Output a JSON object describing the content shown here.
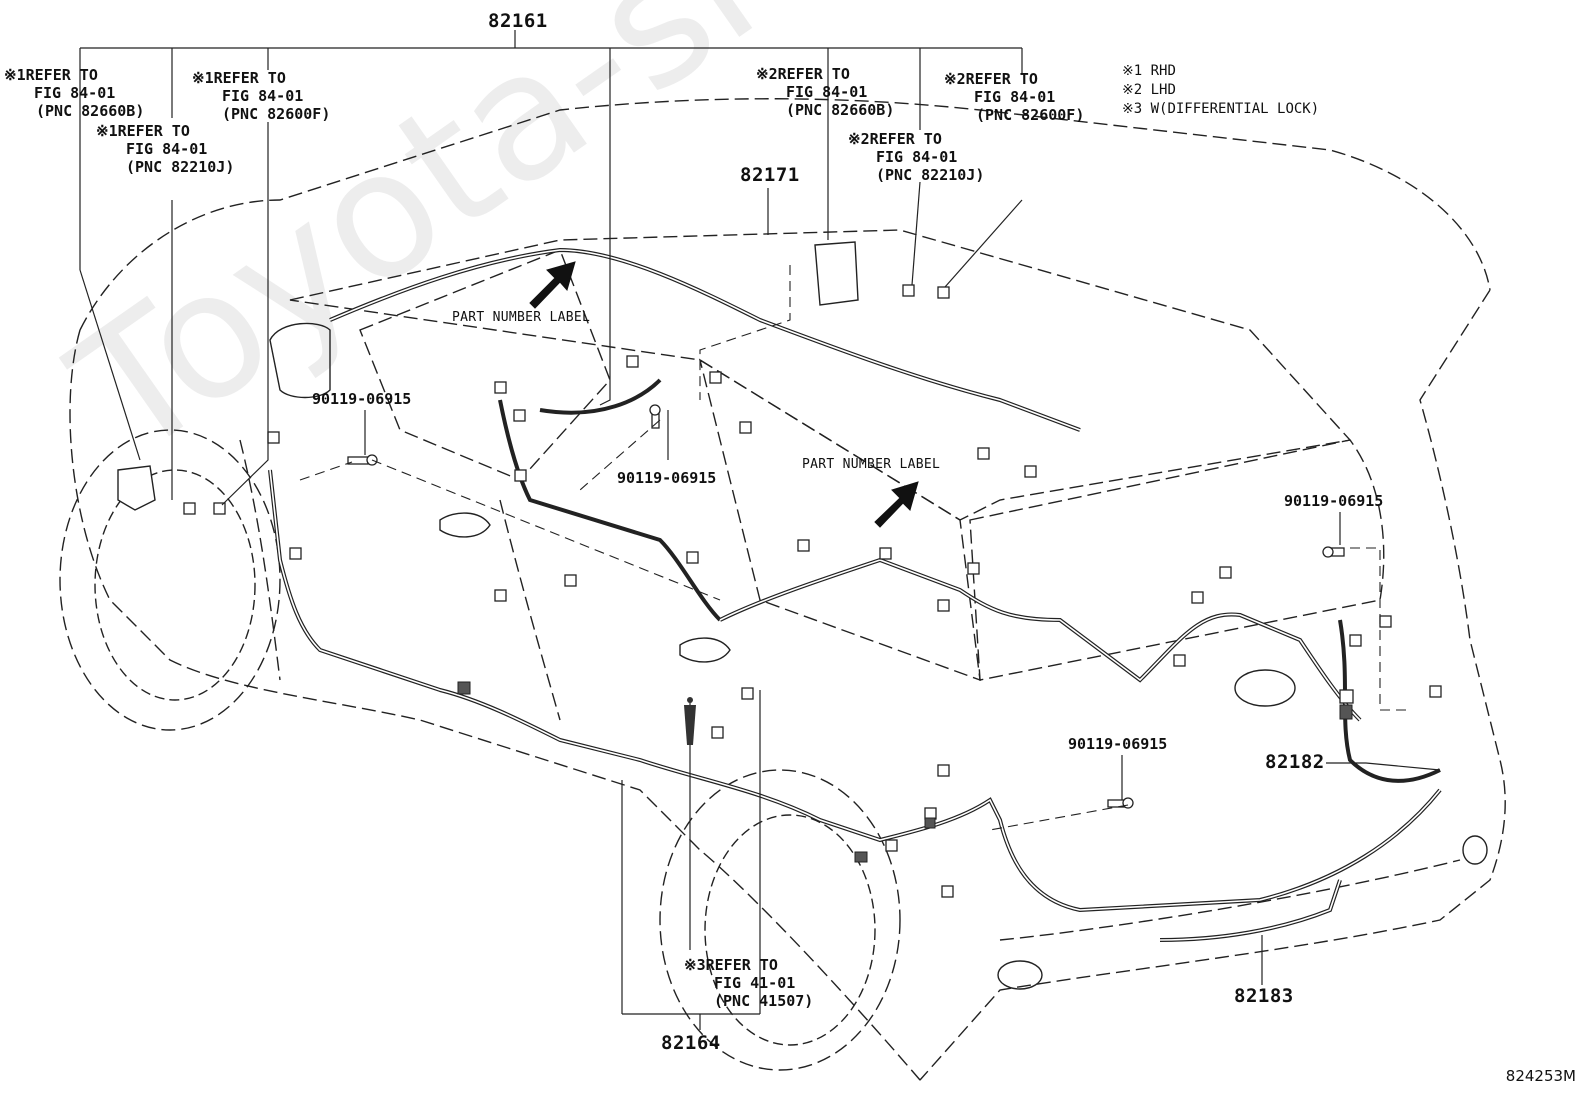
{
  "watermark": "Toyota-shop.ru",
  "diagram_id": "824253M",
  "legend": [
    "※1 RHD",
    "※2 LHD",
    "※3 W(DIFFERENTIAL LOCK)"
  ],
  "part_numbers": {
    "harness_main": "82161",
    "harness_roof": "82171",
    "harness_rear_door": "82182",
    "harness_back": "82183",
    "harness_floor": "82164"
  },
  "bolt_labels": [
    "90119-06915",
    "90119-06915",
    "90119-06915",
    "90119-06915"
  ],
  "tags": {
    "part_number_label_1": "PART NUMBER LABEL",
    "part_number_label_2": "PART NUMBER LABEL"
  },
  "refs": {
    "r1": {
      "mark": "※1",
      "line1": "REFER TO",
      "line2": "FIG 84-01",
      "line3": "(PNC 82660B)"
    },
    "r2": {
      "mark": "※1",
      "line1": "REFER TO",
      "line2": "FIG 84-01",
      "line3": "(PNC 82600F)"
    },
    "r3": {
      "mark": "※1",
      "line1": "REFER TO",
      "line2": "FIG 84-01",
      "line3": "(PNC 82210J)"
    },
    "r4": {
      "mark": "※2",
      "line1": "REFER TO",
      "line2": "FIG 84-01",
      "line3": "(PNC 82660B)"
    },
    "r5": {
      "mark": "※2",
      "line1": "REFER TO",
      "line2": "FIG 84-01",
      "line3": "(PNC 82600F)"
    },
    "r6": {
      "mark": "※2",
      "line1": "REFER TO",
      "line2": "FIG 84-01",
      "line3": "(PNC 82210J)"
    },
    "r7": {
      "mark": "※3",
      "line1": "REFER TO",
      "line2": "FIG 41-01",
      "line3": "(PNC 41507)"
    }
  }
}
